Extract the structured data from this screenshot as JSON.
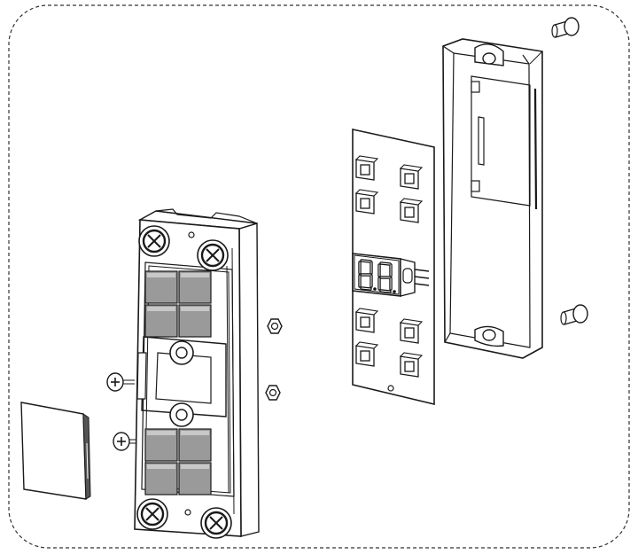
{
  "diagram": {
    "frame_style": "dashed-rounded-border",
    "colors": {
      "line": "#1a1a1a",
      "fill": "#ffffff",
      "button": "#9a9a9a",
      "panel_shade": "#8c8c8c",
      "cover": "#bdbdbd",
      "cover_edge": "#555555",
      "led_digit": "#111111"
    },
    "parts": [
      {
        "id": "button-housing",
        "icon": "housing-with-keys-icon"
      },
      {
        "id": "cover-plate",
        "icon": "plate-icon"
      },
      {
        "id": "phillips-screw-upper",
        "icon": "screw-icon"
      },
      {
        "id": "phillips-screw-lower",
        "icon": "screw-icon"
      },
      {
        "id": "hex-nut-upper",
        "icon": "hex-nut-icon"
      },
      {
        "id": "hex-nut-lower",
        "icon": "hex-nut-icon"
      },
      {
        "id": "circuit-board",
        "icon": "pcb-icon"
      },
      {
        "id": "seven-segment-display",
        "icon": "led-display-icon"
      },
      {
        "id": "rear-enclosure",
        "icon": "enclosure-icon"
      },
      {
        "id": "rivet-top",
        "icon": "rivet-icon"
      },
      {
        "id": "rivet-bottom",
        "icon": "rivet-icon"
      }
    ]
  }
}
